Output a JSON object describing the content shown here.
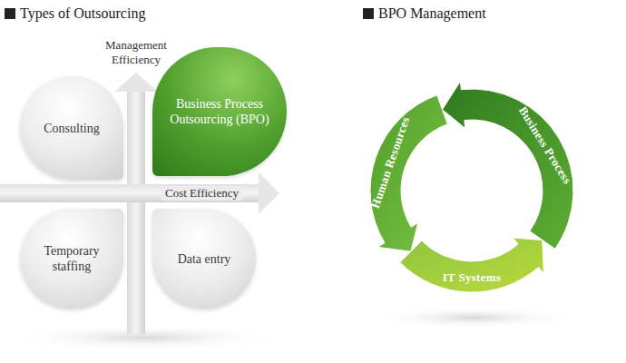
{
  "diagram": {
    "title": "Types of Outsourcing",
    "nodes": [
      {
        "text": [
          "Consulting"
        ]
      },
      {
        "text": [
          "Business Process Outsourcing (BPO)"
        ]
      },
      {
        "text": [
          "Temporary staffing"
        ]
      },
      {
        "text": [
          "Data entry"
        ]
      },
      {
        "text": [
          "Business Process"
        ]
      },
      {
        "text": [
          "Human Resources"
        ]
      },
      {
        "text": [
          "IT Systems"
        ]
      }
    ],
    "labels": [
      "Management Efficiency",
      "Cost Efficiency",
      "BPO Management"
    ]
  }
}
